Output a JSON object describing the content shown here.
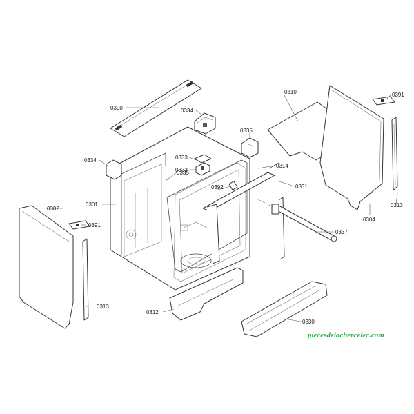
{
  "diagram": {
    "labels": {
      "l0390": "0390",
      "l0334a": "0334",
      "l0335a": "0335",
      "l0310": "0310",
      "l0391a": "0391",
      "l0334b": "0334",
      "l0333": "0333",
      "l0332": "0332",
      "l0335b": "0335",
      "l0314": "0314",
      "l0392": "0392",
      "l0331": "0331",
      "l0313a": "0313",
      "l0304": "0304",
      "l0302": "0302",
      "l0301": "0301",
      "l0391b": "0391",
      "l0337": "0337",
      "l0313b": "0313",
      "l0312": "0312",
      "l0330": "0330"
    },
    "watermark": "piecesdelachercelec.com"
  }
}
